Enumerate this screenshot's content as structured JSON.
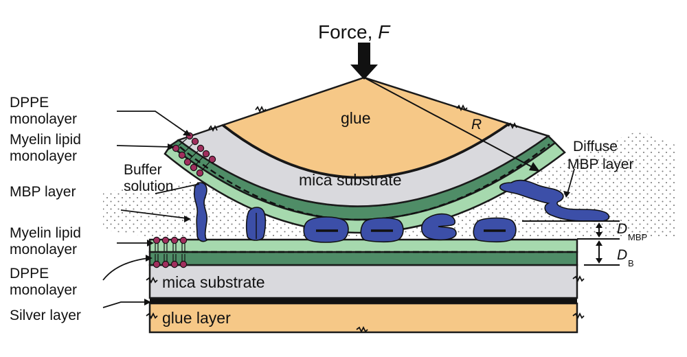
{
  "title": {
    "text": "Force, ",
    "symbol": "F"
  },
  "upper": {
    "glue": "glue",
    "radius_symbol": "R",
    "mica": "mica substrate"
  },
  "lower": {
    "mica": "mica substrate",
    "glue": "glue layer"
  },
  "left_labels": {
    "dppe_top_line1": "DPPE",
    "dppe_top_line2": "monolayer",
    "myelin_top_line1": "Myelin lipid",
    "myelin_top_line2": "monolayer",
    "buffer_line1": "Buffer",
    "buffer_line2": "solution",
    "mbp": "MBP layer",
    "myelin_bot_line1": "Myelin lipid",
    "myelin_bot_line2": "monolayer",
    "dppe_bot_line1": "DPPE",
    "dppe_bot_line2": "monolayer",
    "silver": "Silver layer"
  },
  "right_labels": {
    "diffuse_line1": "Diffuse",
    "diffuse_line2": "MBP layer",
    "d_mbp_symbol": "D",
    "d_mbp_sub": "MBP",
    "d_b_symbol": "D",
    "d_b_sub": "B"
  },
  "colors": {
    "glue": "#F6C887",
    "mica": "#D9D9DD",
    "lipid_light": "#A6D9AE",
    "lipid_dark": "#4F8D67",
    "protein": "#3C4FA8",
    "headgroup": "#A12F5E",
    "outline": "#1a1a1a"
  }
}
